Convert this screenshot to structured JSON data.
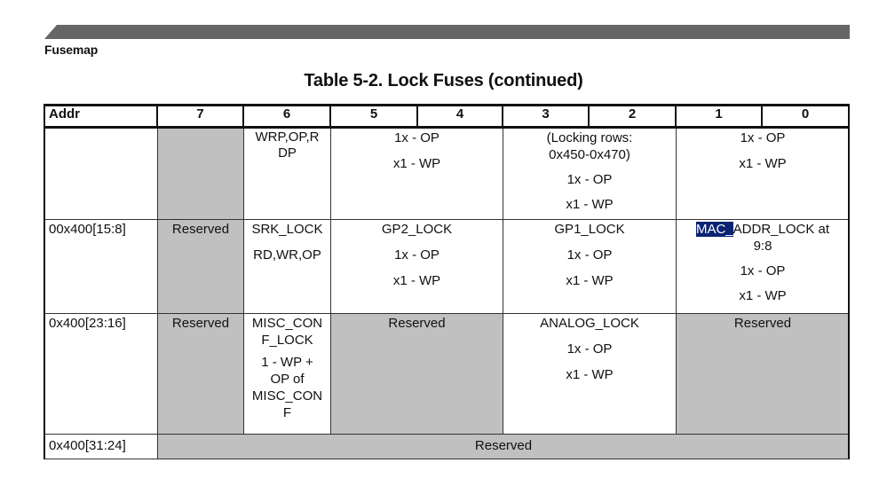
{
  "page": {
    "section_label": "Fusemap",
    "table_title": "Table 5-2.  Lock Fuses (continued)"
  },
  "table": {
    "headers": [
      "Addr",
      "7",
      "6",
      "5",
      "4",
      "3",
      "2",
      "1",
      "0"
    ],
    "rows": [
      {
        "addr": "",
        "bit7": "",
        "bit6": [
          "WRP,OP,R",
          "DP"
        ],
        "bits5_4": [
          "1x - OP",
          "x1 - WP"
        ],
        "bits3_2": [
          "(Locking rows:",
          "0x450-0x470)",
          "1x - OP",
          "x1 - WP"
        ],
        "bits1_0": [
          "1x - OP",
          "x1 - WP"
        ]
      },
      {
        "addr": "00x400[15:8]",
        "bit7": "Reserved",
        "bit6": [
          "SRK_LOCK",
          "RD,WR,OP"
        ],
        "bits5_4": [
          "GP2_LOCK",
          "1x - OP",
          "x1 - WP"
        ],
        "bits3_2": [
          "GP1_LOCK",
          "1x - OP",
          "x1 - WP"
        ],
        "bits1_0": {
          "selected": "MAC_",
          "rest": "ADDR_LOCK at",
          "line2": "9:8",
          "line3": "1x - OP",
          "line4": "x1 - WP"
        }
      },
      {
        "addr": "0x400[23:16]",
        "bit7": "Reserved",
        "bit6": [
          "MISC_CON",
          "F_LOCK",
          "1 - WP +",
          "OP of",
          "MISC_CON",
          "F"
        ],
        "bits5_4": "Reserved",
        "bits3_2": [
          "ANALOG_LOCK",
          "1x - OP",
          "x1 - WP"
        ],
        "bits1_0": "Reserved"
      },
      {
        "addr": "0x400[31:24]",
        "bits7_0": "Reserved"
      }
    ]
  },
  "colors": {
    "reserved_fill": "#c0c0c0",
    "banner": "#666666",
    "selection": "#0a2472"
  }
}
